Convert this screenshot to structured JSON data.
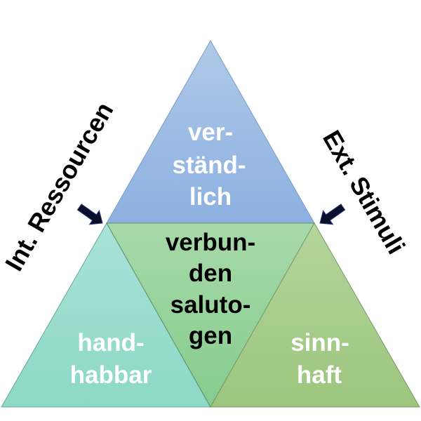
{
  "diagram": {
    "top": {
      "lines": [
        "ver-",
        "ständ-",
        "lich"
      ],
      "color": "#98b8e2"
    },
    "center": {
      "lines": [
        "verbun-",
        "den",
        "saluto-",
        "gen"
      ],
      "color": "#98d3a0"
    },
    "left": {
      "lines": [
        "hand-",
        "habbar"
      ],
      "color": "#96dac9"
    },
    "right": {
      "lines": [
        "sinn-",
        "haft"
      ],
      "color": "#a5ca8a"
    },
    "left_label": "Int. Ressourcen",
    "right_label": "Ext. Stimuli",
    "arrow_color": "#0a0f2a"
  }
}
